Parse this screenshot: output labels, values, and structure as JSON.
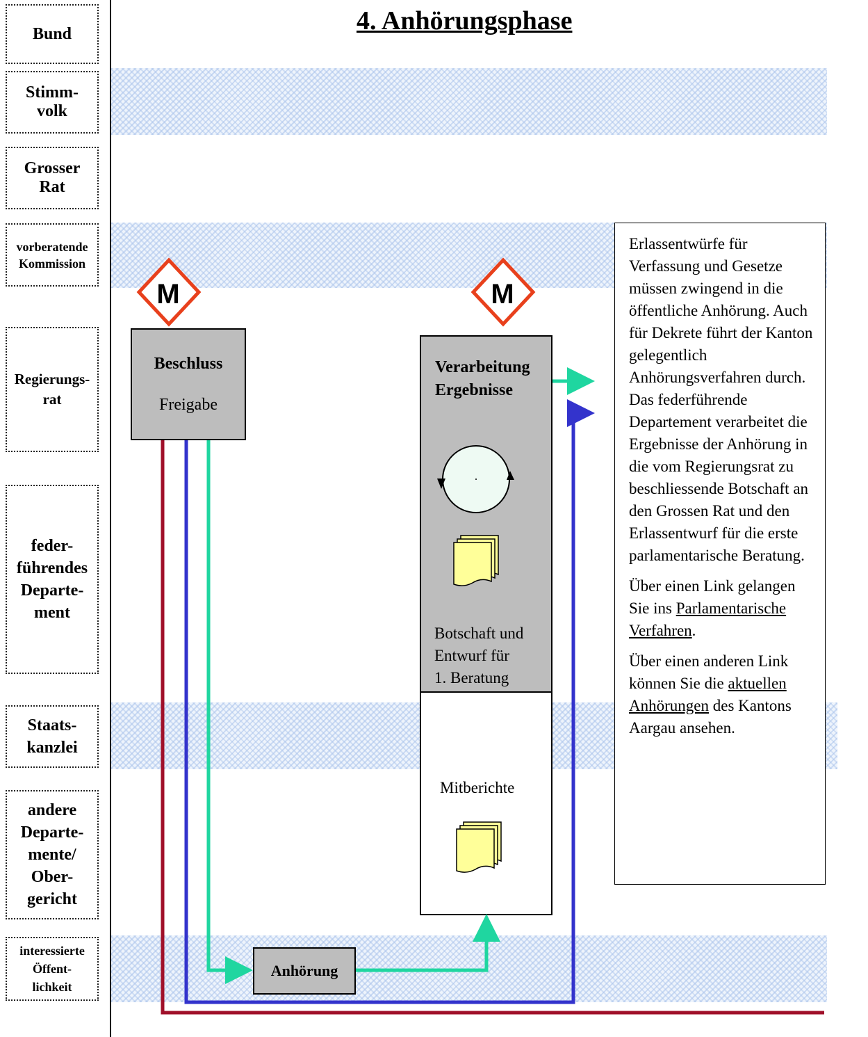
{
  "title": "4. Anhörungsphase",
  "lanes": [
    {
      "label": [
        "Bund"
      ]
    },
    {
      "label": [
        "Stimm-",
        "volk"
      ]
    },
    {
      "label": [
        "Grosser",
        "Rat"
      ]
    },
    {
      "label": [
        "vorberatende",
        "Kommission"
      ]
    },
    {
      "label": [
        "Regierungs-",
        "rat"
      ]
    },
    {
      "label": [
        "feder-",
        "führendes",
        "Departe-",
        "ment"
      ]
    },
    {
      "label": [
        "Staats-",
        "kanzlei"
      ]
    },
    {
      "label": [
        "andere",
        "Departe-",
        "mente/",
        "Ober-",
        "gericht"
      ]
    },
    {
      "label": [
        "interessierte",
        "Öffent-",
        "lichkeit"
      ]
    }
  ],
  "milestone_label": "M",
  "beschluss": {
    "title": "Beschluss",
    "subtitle": "Freigabe"
  },
  "verarbeitung": {
    "title_line1": "Verarbeitung",
    "title_line2": "Ergebnisse",
    "doc_line1": "Botschaft und",
    "doc_line2": "Entwurf für",
    "doc_line3": "1. Beratung"
  },
  "mitberichte": "Mitberichte",
  "anhoerung": "Anhörung",
  "info": {
    "p1": "Erlassentwürfe für Verfassung und Gesetze müssen zwingend in die öffentliche Anhörung. Auch für Dekrete führt der Kanton gelegentlich Anhörungsverfahren durch. Das federführende Departement verarbeitet die Ergebnisse der Anhörung in die vom Regierungsrat zu beschliessende Botschaft an den Grossen Rat und den Erlassentwurf für die erste parlamentarische Beratung.",
    "p2_pre": "Über einen Link gelangen Sie ins",
    "p2_link": "Parlamentarische Verfahren",
    "p2_post": ".",
    "p3_pre": "Über einen anderen Link können Sie die",
    "p3_link": "aktuellen Anhörungen",
    "p3_post": "des Kantons Aargau ansehen."
  },
  "colors": {
    "red_line": "#a0102a",
    "blue_line": "#3333cc",
    "green_line": "#1fd6a0",
    "milestone": "#e8401c",
    "box_gray": "#bdbdbd",
    "document": "#ffff99",
    "cycle_fill": "#eefaf3"
  }
}
